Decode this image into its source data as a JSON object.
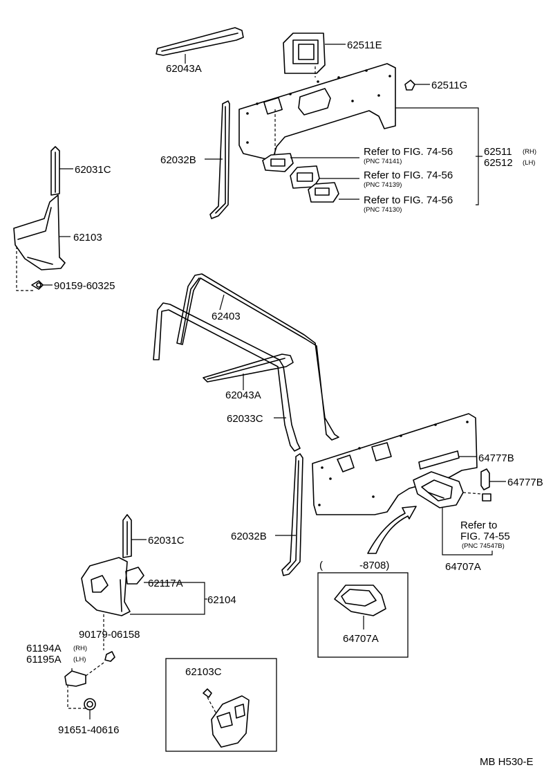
{
  "labels": {
    "p62043A_top": "62043A",
    "p62511E": "62511E",
    "p62511G": "62511G",
    "p62032B_top": "62032B",
    "p62031C_top": "62031C",
    "p62103": "62103",
    "p90159": "90159-60325",
    "ref1_main": "Refer to FIG. 74-56",
    "ref1_pnc": "(PNC 74141)",
    "ref2_main": "Refer to FIG. 74-56",
    "ref2_pnc": "(PNC 74139)",
    "ref3_main": "Refer to FIG. 74-56",
    "ref3_pnc": "(PNC 74130)",
    "p62511": "62511",
    "p62511_side": "(RH)",
    "p62512": "62512",
    "p62512_side": "(LH)",
    "p62403": "62403",
    "p62043A_mid": "62043A",
    "p62033C": "62033C",
    "p64777B_a": "64777B",
    "p64777B_b": "64777B",
    "ref4_line1": "Refer to",
    "ref4_line2": "FIG. 74-55",
    "ref4_pnc": "(PNC 74547B)",
    "p64707A": "64707A",
    "p62032B_bot": "62032B",
    "p62031C_bot": "62031C",
    "p62117A": "62117A",
    "p62104": "62104",
    "p90179": "90179-06158",
    "p61194A": "61194A",
    "p61194A_side": "(RH)",
    "p61195A": "61195A",
    "p61195A_side": "(LH)",
    "p91651": "91651-40616",
    "inset1_range_open": "(",
    "inset1_range": "-8708)",
    "inset1_part": "64707A",
    "inset2_part": "62103C",
    "footer_code": "MB  H530-E"
  }
}
